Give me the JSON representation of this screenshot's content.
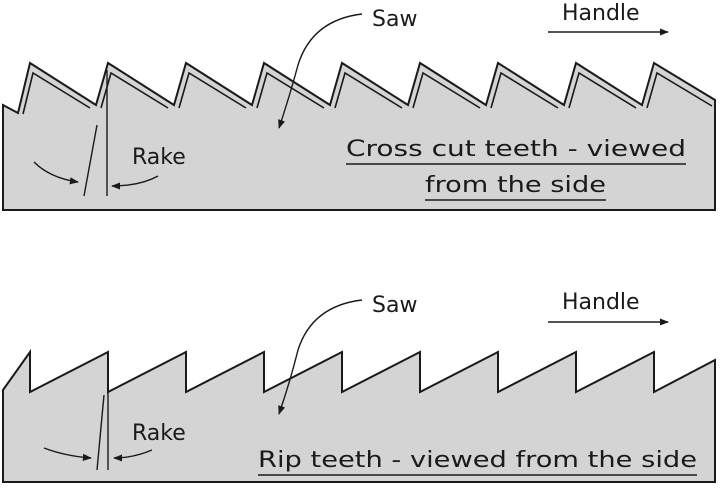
{
  "top_panel": {
    "saw_label": "Saw",
    "handle_label": "Handle",
    "rake_label": "Rake",
    "caption_line1": "Cross cut teeth - viewed",
    "caption_line2": "from the side"
  },
  "bottom_panel": {
    "saw_label": "Saw",
    "handle_label": "Handle",
    "rake_label": "Rake",
    "caption_line1": "Rip teeth - viewed from the side"
  },
  "colors": {
    "blade_fill": "#d4d4d4",
    "line": "#1a1a1a"
  }
}
